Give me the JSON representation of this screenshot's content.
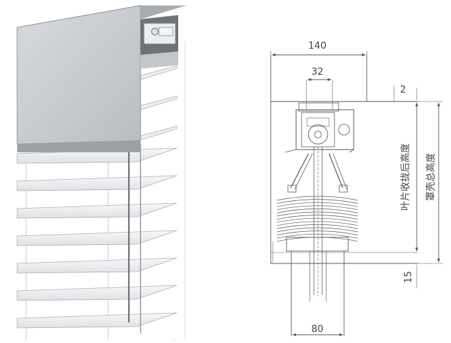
{
  "dimensions": {
    "top_width": "140",
    "inner_width": "32",
    "top_gap": "2",
    "bottom_gap": "15",
    "bottom_width": "80"
  },
  "labels": {
    "stack_height": "叶片收拢后高度",
    "total_height": "罩壳总高度"
  },
  "colors": {
    "line": "#555555",
    "housing": "#c9ccd0",
    "slat": "#eef0f2",
    "background": "#ffffff"
  }
}
